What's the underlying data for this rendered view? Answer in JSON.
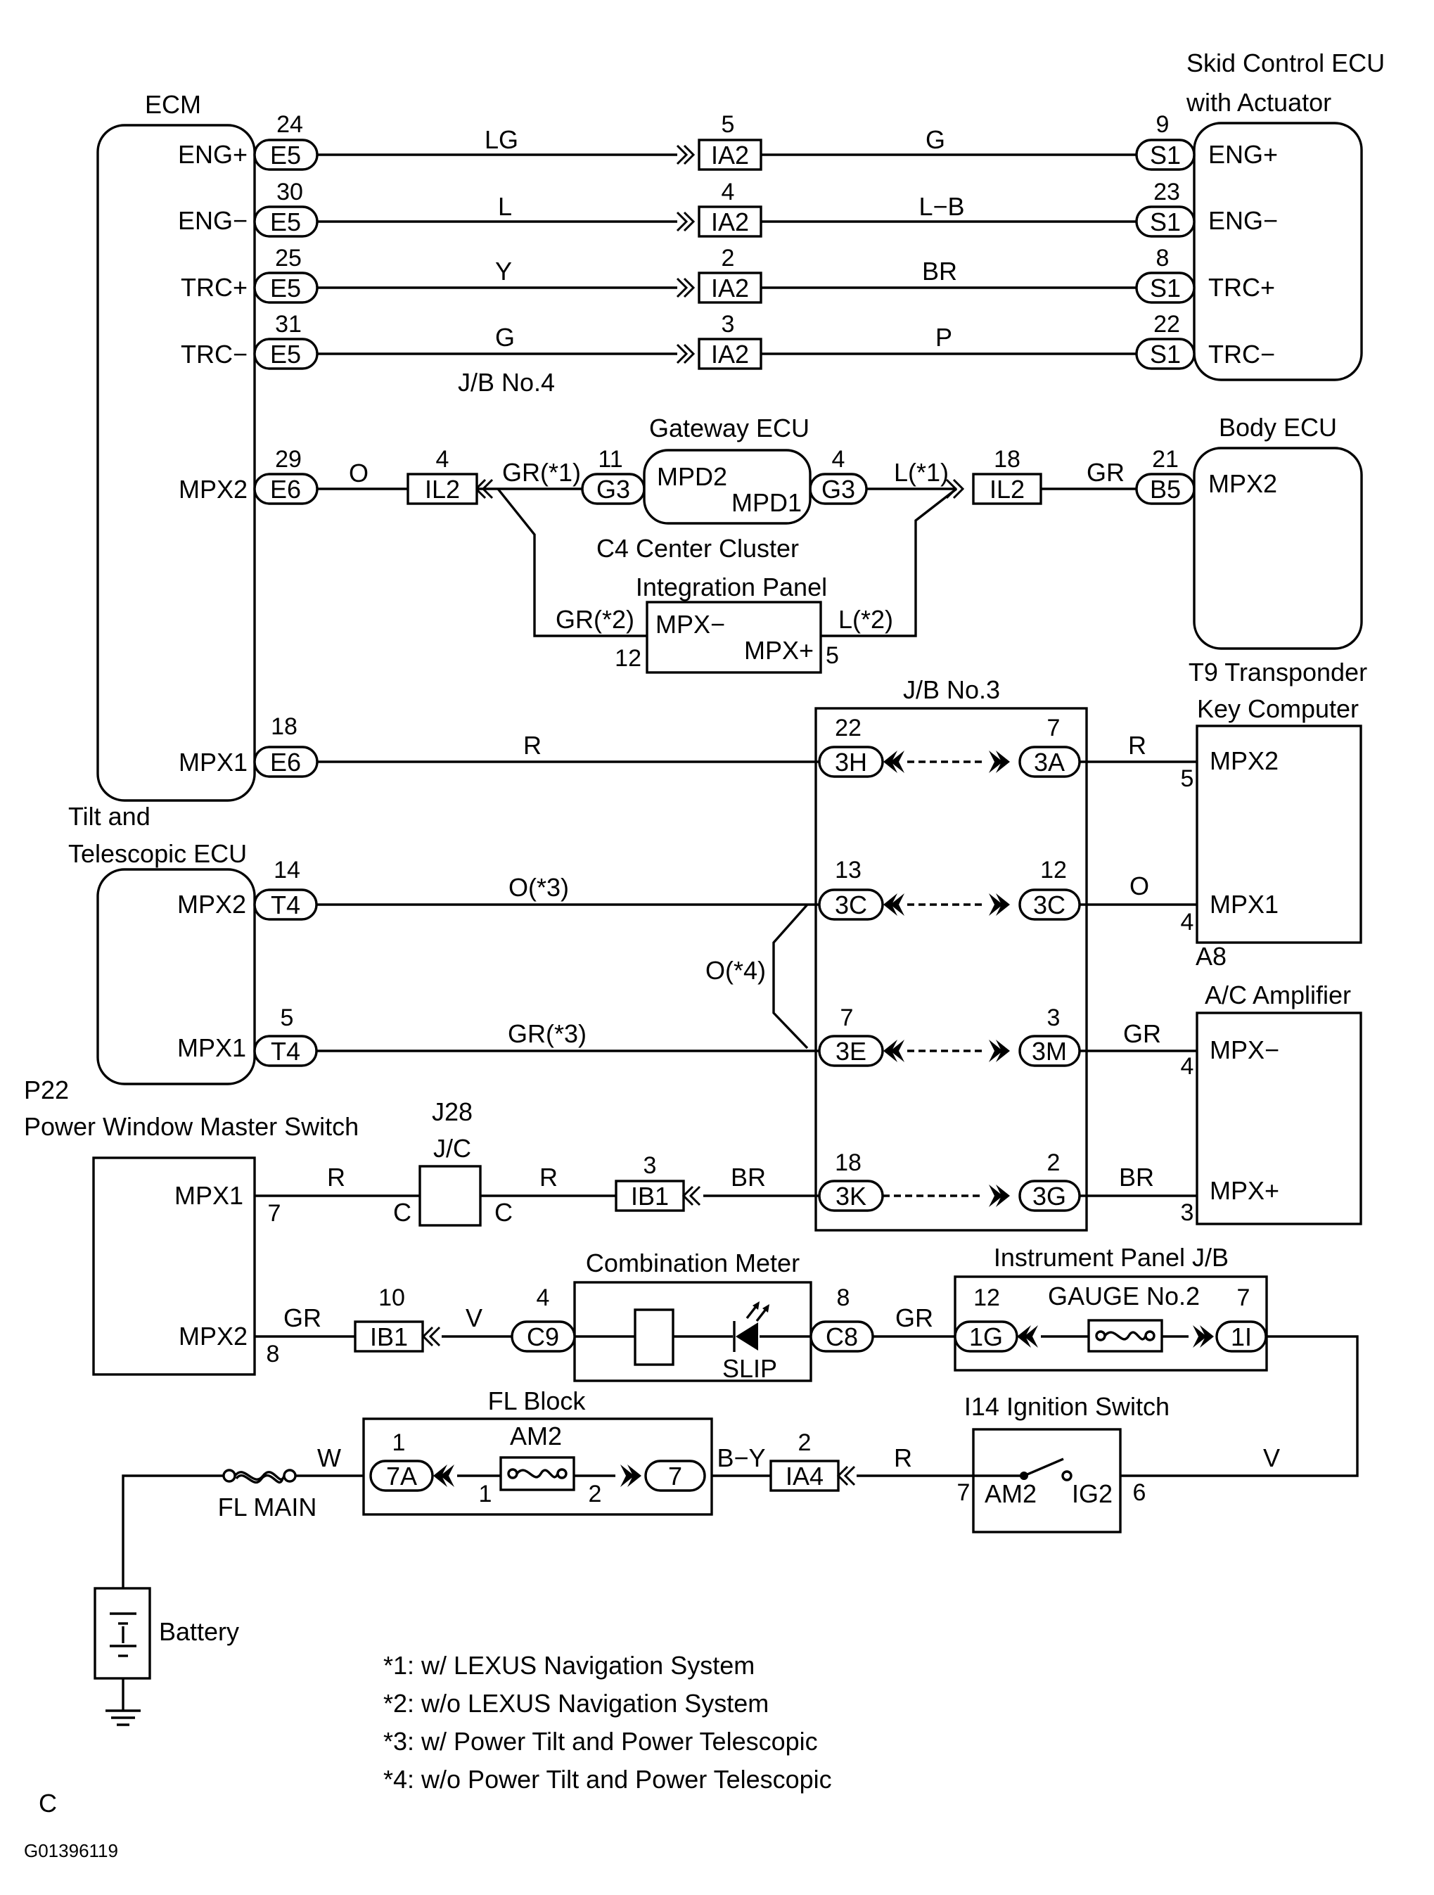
{
  "components": {
    "ecm": "ECM",
    "skid_ecu_line1": "Skid Control ECU",
    "skid_ecu_line2": "with Actuator",
    "gateway_ecu": "Gateway ECU",
    "body_ecu": "Body ECU",
    "center_cluster_line1": "C4 Center Cluster",
    "center_cluster_line2": "Integration Panel",
    "jb4": "J/B No.4",
    "jb3": "J/B No.3",
    "transponder_line1": "T9 Transponder",
    "transponder_line2": "Key Computer",
    "tilt_line1": "Tilt and",
    "tilt_line2": "Telescopic ECU",
    "ac_line1": "A8",
    "ac_line2": "A/C Amplifier",
    "pw_line1": "P22",
    "pw_line2": "Power Window Master Switch",
    "jc_line1": "J28",
    "jc_line2": "J/C",
    "combo_meter": "Combination Meter",
    "slip": "SLIP",
    "ip_jb": "Instrument Panel J/B",
    "gauge": "GAUGE No.2",
    "fl_block": "FL Block",
    "am2_fuse": "AM2",
    "ignition": "I14 Ignition Switch",
    "ign_am2": "AM2",
    "ign_ig2": "IG2",
    "fl_main": "FL MAIN",
    "battery": "Battery"
  },
  "terminals": {
    "ecm_eng_plus": "ENG+",
    "ecm_eng_minus": "ENG−",
    "ecm_trc_plus": "TRC+",
    "ecm_trc_minus": "TRC−",
    "ecm_mpx2": "MPX2",
    "ecm_mpx1": "MPX1",
    "skid_eng_plus": "ENG+",
    "skid_eng_minus": "ENG−",
    "skid_trc_plus": "TRC+",
    "skid_trc_minus": "TRC−",
    "gw_mpd2": "MPD2",
    "gw_mpd1": "MPD1",
    "body_mpx2": "MPX2",
    "cc_mpx_minus": "MPX−",
    "cc_mpx_plus": "MPX+",
    "tk_mpx2": "MPX2",
    "tk_mpx1": "MPX1",
    "tilt_mpx2": "MPX2",
    "tilt_mpx1": "MPX1",
    "ac_mpx_minus": "MPX−",
    "ac_mpx_plus": "MPX+",
    "pw_mpx1": "MPX1",
    "pw_mpx2": "MPX2"
  },
  "connectors": {
    "e5": "E5",
    "e6": "E6",
    "s1": "S1",
    "ia2": "IA2",
    "il2": "IL2",
    "g3": "G3",
    "b5": "B5",
    "h3": "3H",
    "a3": "3A",
    "c3": "3C",
    "e3": "3E",
    "m3": "3M",
    "k3": "3K",
    "g3b": "3G",
    "t4": "T4",
    "ib1": "IB1",
    "c": "C",
    "c9": "C9",
    "c8": "C8",
    "g1": "1G",
    "i1": "1I",
    "a7": "7A",
    "n7": "7",
    "ia4": "IA4"
  },
  "pins": {
    "p24": "24",
    "p30": "30",
    "p25": "25",
    "p31": "31",
    "p5": "5",
    "p4": "4",
    "p2": "2",
    "p3": "3",
    "p9": "9",
    "p23": "23",
    "p8": "8",
    "p22": "22",
    "p29": "29",
    "p11": "11",
    "p18": "18",
    "p21": "21",
    "p12": "12",
    "p7": "7",
    "p13": "13",
    "p14": "14",
    "p10": "10",
    "p1": "1",
    "p6": "6"
  },
  "wires": {
    "lg": "LG",
    "g": "G",
    "l": "L",
    "lb": "L−B",
    "y": "Y",
    "br": "BR",
    "p": "P",
    "o": "O",
    "gr1": "GR(*1)",
    "l1": "L(*1)",
    "gr": "GR",
    "gr2": "GR(*2)",
    "l2": "L(*2)",
    "r": "R",
    "o3": "O(*3)",
    "o4": "O(*4)",
    "gr3": "GR(*3)",
    "v": "V",
    "w": "W",
    "by": "B−Y"
  },
  "notes": [
    "*1: w/ LEXUS Navigation System",
    "*2: w/o LEXUS Navigation System",
    "*3: w/ Power Tilt and Power Telescopic",
    "*4: w/o Power Tilt and Power Telescopic"
  ],
  "footer": {
    "letter": "C",
    "code": "G01396119"
  }
}
